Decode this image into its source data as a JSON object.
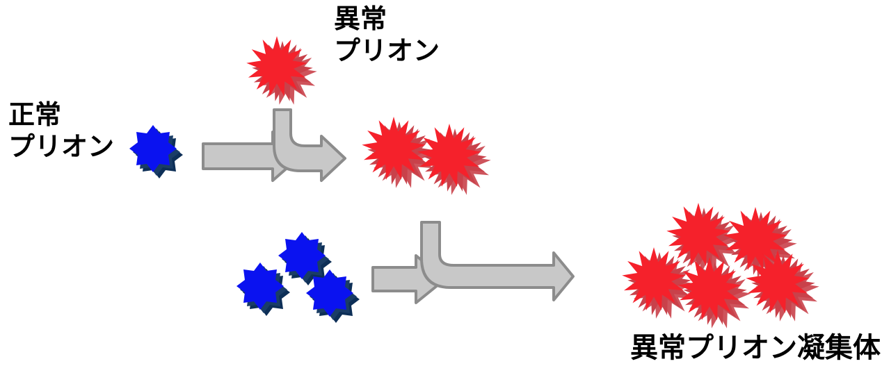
{
  "labels": {
    "normal_line1": "正常",
    "normal_line2": "プリオン",
    "abnormal_line1": "異常",
    "abnormal_line2": "プリオン",
    "aggregate": "異常プリオン凝集体"
  },
  "colors": {
    "normal_prion": "#0a12f0",
    "normal_prion_side": "#0d2f57",
    "abnormal_prion": "#f5212b",
    "abnormal_prion_side": "#c9414a",
    "arrow_fill": "#c8c8c8",
    "arrow_stroke": "#8c8c8c"
  }
}
